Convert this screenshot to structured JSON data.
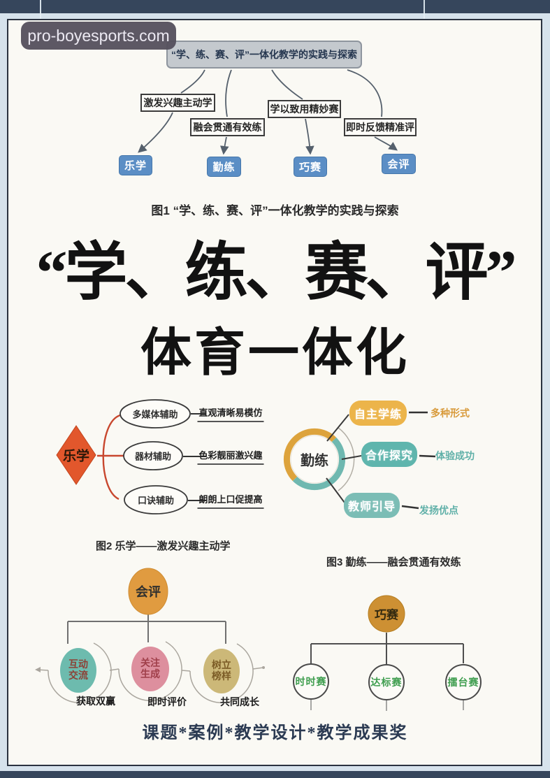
{
  "watermark": {
    "text": "pro-boyesports.com"
  },
  "figure1": {
    "title": "“学、练、赛、评”一体化教学的实践与探索",
    "branch_labels": [
      "激发兴趣主动学",
      "融会贯通有效练",
      "学以致用精妙赛",
      "即时反馈精准评"
    ],
    "nodes": [
      "乐学",
      "勤练",
      "巧赛",
      "会评"
    ],
    "caption": "图1 “学、练、赛、评”一体化教学的实践与探索"
  },
  "main_title": {
    "line1": "“学、练、赛、评”",
    "line2": "体育一体化"
  },
  "figure2": {
    "root": "乐学",
    "nodes": [
      "多媒体辅助",
      "器材辅助",
      "口诀辅助"
    ],
    "descriptions": [
      "直观清晰易模仿",
      "色彩靓丽激兴趣",
      "朗朗上口促提高"
    ],
    "caption": "图2 乐学——激发兴趣主动学"
  },
  "figure3": {
    "root": "勤练",
    "nodes": [
      "自主学练",
      "合作探究",
      "教师引导"
    ],
    "descriptions": [
      "多种形式",
      "体验成功",
      "发扬优点"
    ],
    "caption": "图3 勤练——融会贯通有效练"
  },
  "figure4": {
    "root": "会评",
    "nodes": [
      "互动\n交流",
      "关注\n生成",
      "树立\n榜样"
    ],
    "descriptions": [
      "获取双赢",
      "即时评价",
      "共同成长"
    ]
  },
  "figure5": {
    "root": "巧赛",
    "nodes": [
      "时时赛",
      "达标赛",
      "擂台赛"
    ]
  },
  "footer": {
    "text": "课题*案例*教学设计*教学成果奖"
  },
  "colors": {
    "frame_bar": "#36465c",
    "frame_mat": "#d6e2ec",
    "page_bg": "#faf9f4",
    "flow_node_blue": "#5b8ec5",
    "diamond_orange": "#e2572c",
    "box_amber": "#ecb44a",
    "box_teal": "#5fb5ad",
    "ring_orange": "#dda33c",
    "ring_teal": "#6fb8b0",
    "circle_teal": "#6dbbae",
    "circle_pink": "#dd8f9e",
    "circle_tan": "#ccb878",
    "root_orange": "#e09b40",
    "root_gold": "#cd9033",
    "race_green": "#3f9e4f"
  }
}
